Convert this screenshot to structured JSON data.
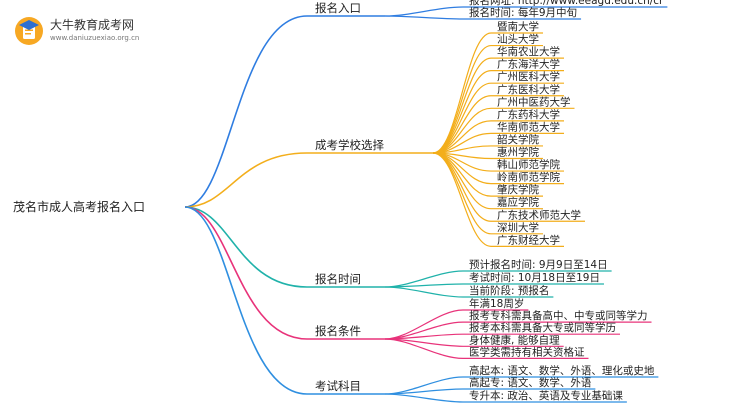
{
  "logo": {
    "title": "大牛教育成考网",
    "url": "www.daniuzuexiao.org.cn"
  },
  "root": "茂名市成人高考报名入口",
  "branches": [
    {
      "label": "报名入口",
      "color": "#2f7de1",
      "items": [
        "报名网址: http://www.eeagd.edu.cn/cr",
        "报名时间: 每年9月中旬"
      ]
    },
    {
      "label": "成考学校选择",
      "color": "#f3ae1b",
      "items": [
        "暨南大学",
        "汕头大学",
        "华南农业大学",
        "广东海洋大学",
        "广州医科大学",
        "广东医科大学",
        "广州中医药大学",
        "广东药科大学",
        "华南师范大学",
        "韶关学院",
        "惠州学院",
        "韩山师范学院",
        "岭南师范学院",
        "肇庆学院",
        "嘉应学院",
        "广东技术师范大学",
        "深圳大学",
        "广东财经大学"
      ]
    },
    {
      "label": "报名时间",
      "color": "#20b2aa",
      "items": [
        "预计报名时间: 9月9日至14日",
        "考试时间: 10月18日至19日",
        "当前阶段: 预报名"
      ]
    },
    {
      "label": "报名条件",
      "color": "#e8337a",
      "items": [
        "年满18周岁",
        "报考专科需具备高中、中专或同等学力",
        "报考本科需具备大专或同等学历",
        "身体健康, 能够自理",
        "医学类需持有相关资格证"
      ]
    },
    {
      "label": "考试科目",
      "color": "#2f8fe0",
      "items": [
        "高起本: 语文、数学、外语、理化或史地",
        "高起专: 语文、数学、外语",
        "专升本: 政治、英语及专业基础课"
      ]
    }
  ]
}
